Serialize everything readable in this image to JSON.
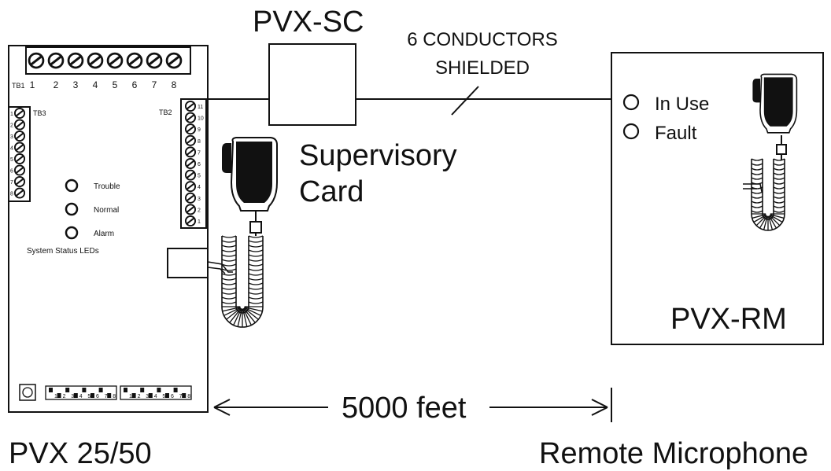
{
  "labels": {
    "pvx_sc": "PVX-SC",
    "cable": [
      "6 CONDUCTORS",
      "SHIELDED"
    ],
    "supervisory_card": [
      "Supervisory",
      "Card"
    ],
    "pvx_rm": "PVX-RM",
    "in_use": "In Use",
    "fault": "Fault",
    "distance": "5000 feet",
    "pvx_main": "PVX 25/50",
    "remote_mic": "Remote Microphone"
  },
  "panel": {
    "tb1": "TB1",
    "tb2": "TB2",
    "tb3": "TB3",
    "tb1_terminals": [
      "1",
      "2",
      "3",
      "4",
      "5",
      "6",
      "7",
      "8"
    ],
    "tb2_terminals": [
      "11",
      "10",
      "9",
      "8",
      "7",
      "6",
      "5",
      "4",
      "3",
      "2",
      "1"
    ],
    "tb3_terminals": [
      "1",
      "2",
      "3",
      "4",
      "5",
      "6",
      "7",
      "8"
    ],
    "leds": [
      "Trouble",
      "Normal",
      "Alarm"
    ],
    "leds_caption": "System Status LEDs",
    "dip_labels": [
      "1",
      "2",
      "3",
      "4",
      "5",
      "6",
      "7",
      "8"
    ]
  },
  "colors": {
    "line": "#111111",
    "background": "#ffffff"
  }
}
